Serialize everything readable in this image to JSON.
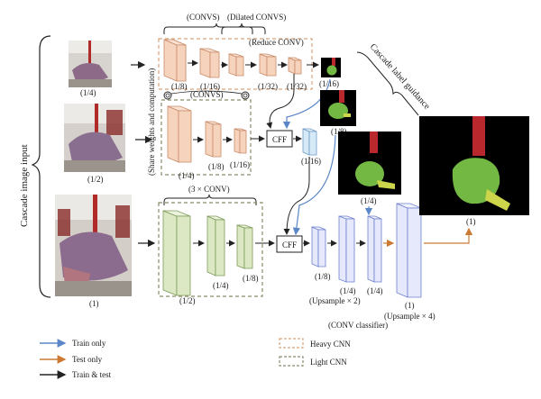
{
  "labels": {
    "cascade_input": "Cascade image input",
    "share_weights": "(Share weights and computation)",
    "cascade_guidance": "Cascade label guidance",
    "convs_top": "(CONVS)",
    "dilated_convs": "(Dilated CONVS)",
    "reduce_conv": "(Reduce CONV)",
    "convs_mid": "(CONVS)",
    "three_conv": "(3 × CONV)",
    "cff_a": "CFF",
    "cff_b": "CFF",
    "upsample2": "(Upsample × 2)",
    "upsample4": "(Upsample × 4)",
    "conv_classifier": "(CONV classifier)"
  },
  "scales": {
    "img_quarter": "(1/4)",
    "img_half": "(1/2)",
    "img_full": "(1)",
    "h1": "(1/8)",
    "h2": "(1/16)",
    "h3": "(1/32)",
    "h4": "(1/32)",
    "m1": "(1/4)",
    "m2": "(1/8)",
    "m3": "(1/16)",
    "cff_a_out": "(1/16)",
    "mask_a": "(1/16)",
    "mask_b": "(1/8)",
    "mask_c": "(1/4)",
    "mask_final": "(1)",
    "l1": "(1/2)",
    "l2": "(1/4)",
    "l3": "(1/8)",
    "u1": "(1/8)",
    "u2": "(1/4)",
    "u3": "(1/4)",
    "u4": "(1)"
  },
  "legend": {
    "train_only": "Train only",
    "test_only": "Test only",
    "train_test": "Train & test",
    "heavy_cnn": "Heavy CNN",
    "light_cnn": "Light CNN"
  },
  "colors": {
    "heavy_fill": "#f6d3bd",
    "heavy_edge": "#c98a68",
    "light_fill": "#dbe8c3",
    "light_edge": "#7e9a5a",
    "up_fill": "#e5e9fb",
    "up_edge": "#6f7fd0",
    "cff_out_fill": "#d6e9f6",
    "train_only_arrow": "#5b86c8",
    "test_only_arrow": "#cc7a33",
    "train_test_arrow": "#222222",
    "heavy_box": "#d8a47b",
    "light_box": "#8b8b6a",
    "mask_trunk": "#b8282d",
    "mask_body": "#73b843",
    "mask_leg": "#cdd54a"
  }
}
